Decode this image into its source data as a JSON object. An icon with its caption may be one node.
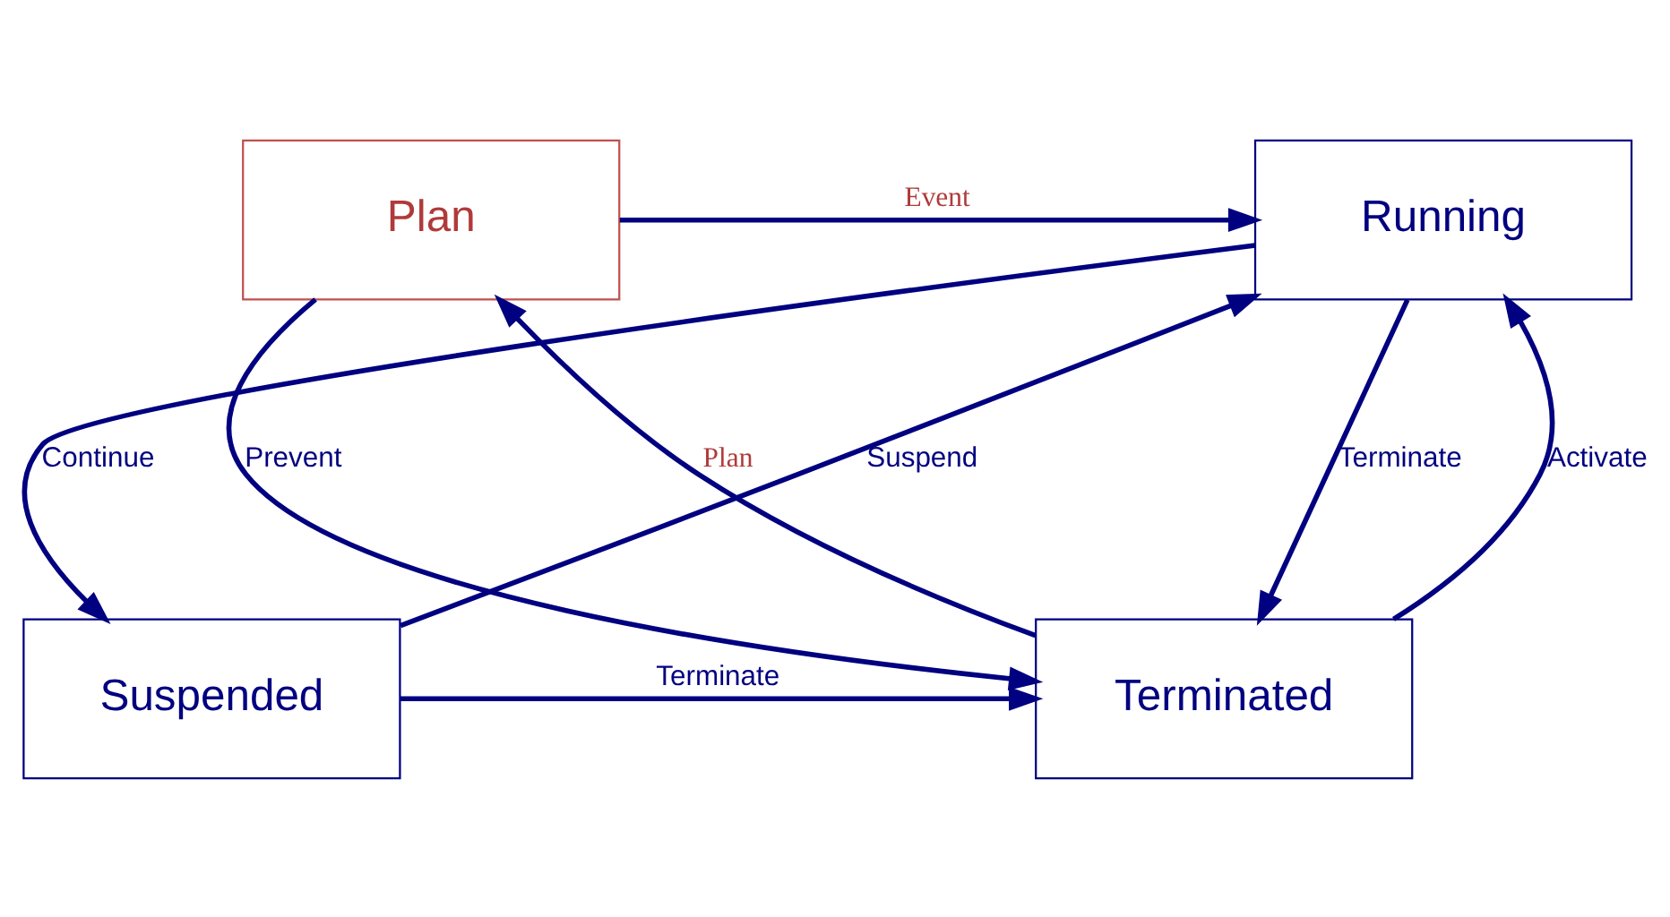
{
  "diagram": {
    "nodes": [
      {
        "text": [
          "Plan"
        ]
      },
      {
        "text": [
          "Running"
        ]
      },
      {
        "text": [
          "Terminated"
        ]
      },
      {
        "text": [
          "Suspended"
        ]
      }
    ],
    "edges": [
      {
        "from": 0,
        "to": 1,
        "arrow": "to",
        "label": "Event"
      },
      {
        "from": 0,
        "to": 2,
        "arrow": "to",
        "label": "Prevent"
      },
      {
        "from": 2,
        "to": 0,
        "arrow": "to",
        "label": "Plan"
      },
      {
        "from": 1,
        "to": 2,
        "arrow": "to",
        "label": "Terminate"
      },
      {
        "from": 2,
        "to": 1,
        "arrow": "to",
        "label": "Activate"
      },
      {
        "from": 1,
        "to": 3,
        "arrow": "to",
        "label": "Continue"
      },
      {
        "from": 3,
        "to": 1,
        "arrow": "to",
        "label": "Suspend"
      },
      {
        "from": 3,
        "to": 2,
        "arrow": "to",
        "label": "Terminate"
      }
    ]
  }
}
